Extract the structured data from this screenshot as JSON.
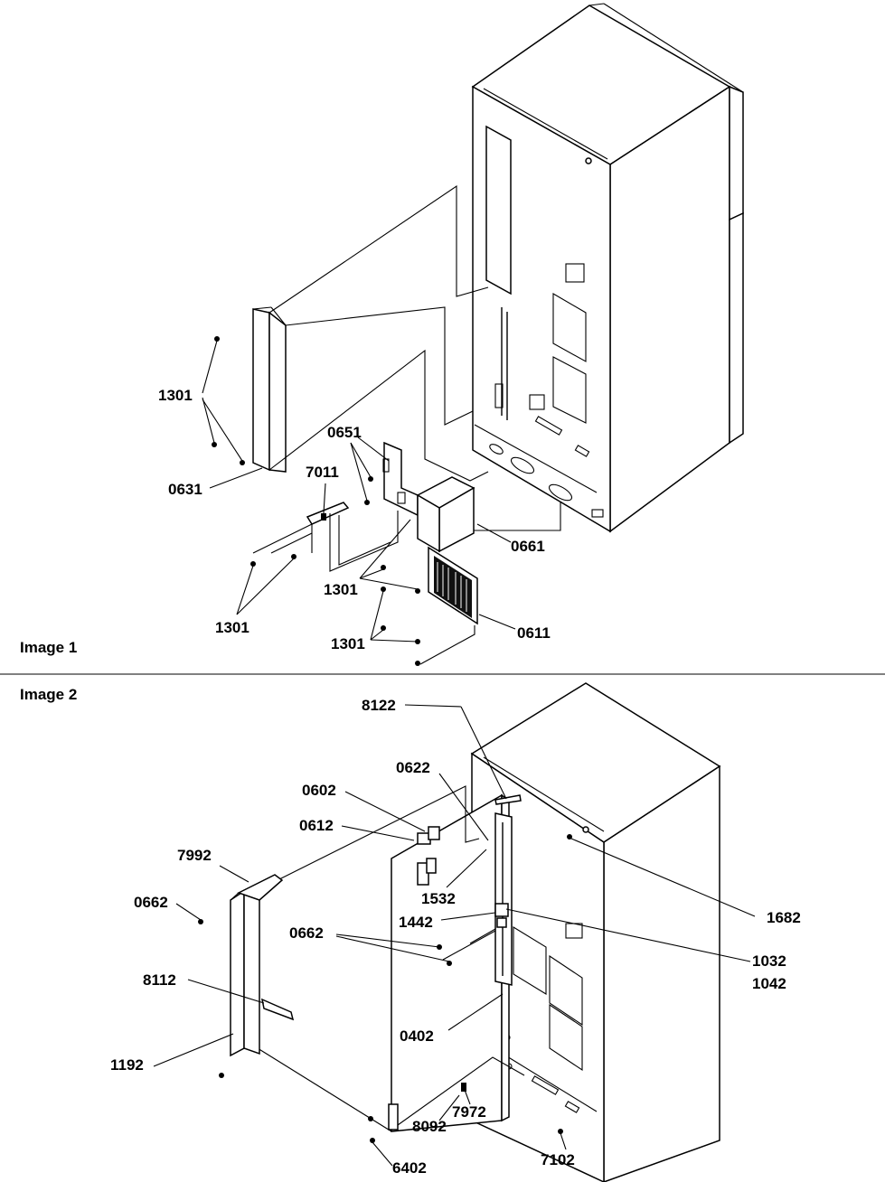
{
  "image1": {
    "caption": "Image 1",
    "labels": {
      "l1301_a": "1301",
      "l0631": "0631",
      "l0651": "0651",
      "l7011": "7011",
      "l0661": "0661",
      "l1301_b": "1301",
      "l1301_c": "1301",
      "l1301_d": "1301",
      "l0611": "0611"
    }
  },
  "image2": {
    "caption": "Image 2",
    "labels": {
      "l8122": "8122",
      "l0622": "0622",
      "l0602": "0602",
      "l0612": "0612",
      "l7992": "7992",
      "l0662_a": "0662",
      "l1532": "1532",
      "l1442": "1442",
      "l1682": "1682",
      "l0662_b": "0662",
      "l1032": "1032",
      "l1042": "1042",
      "l8112": "8112",
      "l0402": "0402",
      "l1192": "1192",
      "l7972": "7972",
      "l8092": "8092",
      "l7102": "7102",
      "l6402": "6402"
    }
  }
}
